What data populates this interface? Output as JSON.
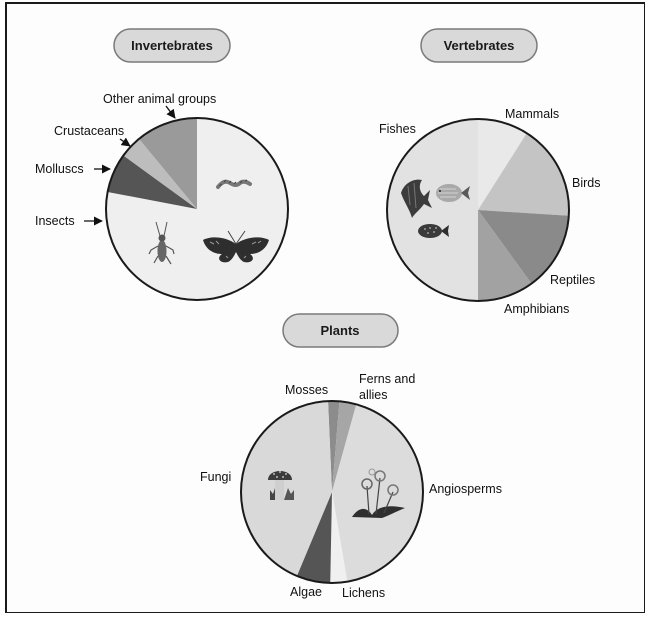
{
  "chart_data": [
    {
      "type": "pie",
      "title": "Invertebrates",
      "start": "top",
      "direction": "clockwise",
      "slices": [
        {
          "label": "Insects",
          "value": 78,
          "color": "#efefef"
        },
        {
          "label": "Molluscs",
          "value": 7,
          "color": "#555555"
        },
        {
          "label": "Crustaceans",
          "value": 4,
          "color": "#bdbdbd"
        },
        {
          "label": "Other animal groups",
          "value": 11,
          "color": "#9a9a9a"
        }
      ],
      "icons": [
        "caterpillar-icon",
        "cricket-icon",
        "butterfly-icon"
      ]
    },
    {
      "type": "pie",
      "title": "Vertebrates",
      "start": "top",
      "direction": "clockwise",
      "slices": [
        {
          "label": "Mammals",
          "value": 9,
          "color": "#e9e9e9"
        },
        {
          "label": "Birds",
          "value": 17,
          "color": "#c4c4c4"
        },
        {
          "label": "Reptiles",
          "value": 14,
          "color": "#8a8a8a"
        },
        {
          "label": "Amphibians",
          "value": 10,
          "color": "#a2a2a2"
        },
        {
          "label": "Fishes",
          "value": 50,
          "color": "#e2e2e2"
        }
      ],
      "icons": [
        "angelfish-icon",
        "striped-fish-icon",
        "spotted-fish-icon"
      ]
    },
    {
      "type": "pie",
      "title": "Plants",
      "start": "top",
      "direction": "clockwise",
      "slices": [
        {
          "label": "Mosses",
          "value": 2,
          "color": "#8c8c8c"
        },
        {
          "label": "Ferns and allies",
          "value": 3,
          "color": "#a6a6a6"
        },
        {
          "label": "Angiosperms",
          "value": 43,
          "color": "#dcdcdc"
        },
        {
          "label": "Lichens",
          "value": 3,
          "color": "#f0f0f0"
        },
        {
          "label": "Algae",
          "value": 6,
          "color": "#555555"
        },
        {
          "label": "Fungi",
          "value": 43,
          "color": "#d9d9d9"
        }
      ],
      "icons": [
        "mushroom-icon",
        "flower-icon"
      ]
    }
  ],
  "labels": {
    "invertebrates": {
      "other": "Other animal groups",
      "crustaceans": "Crustaceans",
      "molluscs": "Molluscs",
      "insects": "Insects"
    },
    "vertebrates": {
      "fishes": "Fishes",
      "mammals": "Mammals",
      "birds": "Birds",
      "reptiles": "Reptiles",
      "amphibians": "Amphibians"
    },
    "plants": {
      "mosses": "Mosses",
      "ferns_1": "Ferns and",
      "ferns_2": "allies",
      "fungi": "Fungi",
      "angiosperms": "Angiosperms",
      "algae": "Algae",
      "lichens": "Lichens"
    }
  },
  "pill_fill": "#d9d9d9",
  "pill_stroke": "#7a7a7a"
}
